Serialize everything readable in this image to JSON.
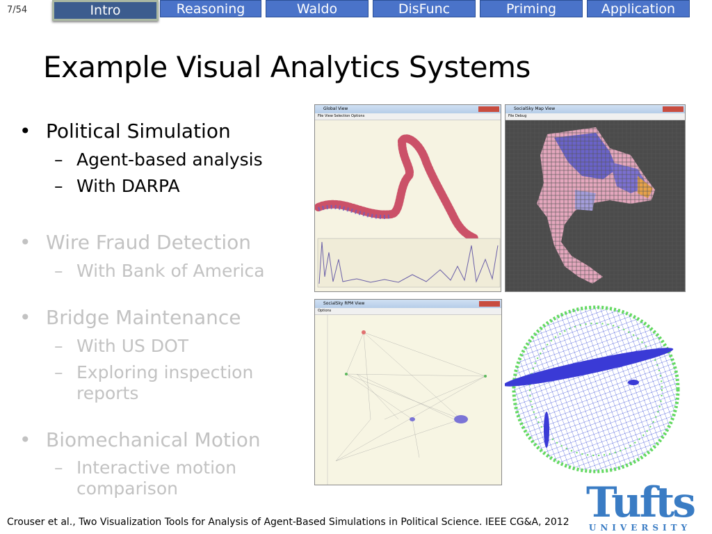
{
  "page_number": "7/54",
  "nav": {
    "tabs": [
      "Intro",
      "Reasoning",
      "Waldo",
      "DisFunc",
      "Priming",
      "Application"
    ],
    "active": "Intro"
  },
  "title": "Example Visual Analytics Systems",
  "bullets": [
    {
      "text": "Political Simulation",
      "active": true,
      "subs": [
        "Agent-based analysis",
        "With DARPA"
      ]
    },
    {
      "text": "Wire Fraud Detection",
      "active": false,
      "subs": [
        "With Bank of America"
      ]
    },
    {
      "text": "Bridge Maintenance",
      "active": false,
      "subs": [
        "With US DOT",
        "Exploring inspection reports"
      ]
    },
    {
      "text": "Biomechanical Motion",
      "active": false,
      "subs": [
        "Interactive motion comparison"
      ]
    }
  ],
  "markers": {
    "bullet": "•",
    "dash": "–"
  },
  "citation": "Crouser et al.,  Two Visualization Tools for Analysis of Agent-Based Simulations in Political Science.  IEEE CG&A, 2012",
  "screenshots": {
    "global_view": {
      "title": "Global View",
      "menu": "File  View  Selection  Options"
    },
    "map_view": {
      "title": "SocialSky Map View",
      "menu": "File  Debug"
    },
    "rpm_view": {
      "title": "SocialSky RPM View",
      "menu": "Options"
    }
  },
  "logo": {
    "word": "Tufts",
    "sub": "UNIVERSITY"
  },
  "colors": {
    "nav_tab": "#4a73c9",
    "nav_active": "#3c5c8e",
    "logo": "#3a7cc4",
    "dim_text": "#c2c2c2"
  }
}
